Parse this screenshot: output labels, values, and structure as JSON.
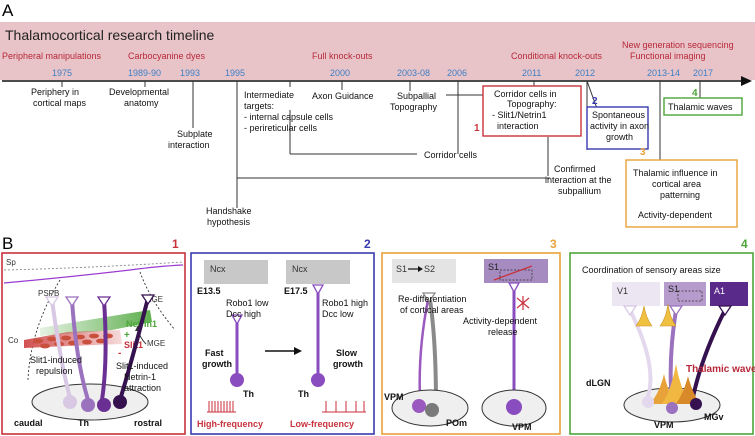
{
  "panel_a": {
    "letter": "A",
    "title": "Thalamocortical research timeline",
    "eras": [
      {
        "label": "Peripheral manipulations"
      },
      {
        "label": "Carbocyanine dyes"
      },
      {
        "label": "Full knock-outs"
      },
      {
        "label": "Conditional knock-outs"
      },
      {
        "label": "New generation sequencing"
      },
      {
        "label": "Functional imaging"
      }
    ],
    "years": [
      "1975",
      "1989-90",
      "1993",
      "1995",
      "2000",
      "2003-08",
      "2006",
      "2011",
      "2012",
      "2013-14",
      "2017"
    ],
    "events": {
      "periphery": [
        "Periphery in",
        "cortical maps"
      ],
      "developmental": [
        "Developmental",
        "anatomy"
      ],
      "subplate": [
        "Subplate",
        "interaction"
      ],
      "handshake": [
        "Handshake",
        "hypothesis"
      ],
      "intermediate": [
        "Intermediate",
        "targets:",
        "- internal capsule cells",
        "- perireticular cells"
      ],
      "axon_guidance": "Axon Guidance",
      "subpallial": [
        "Subpallial",
        "Topography"
      ],
      "corridor_cells": "Corridor cells",
      "corridor_topo": [
        "Corridor cells in",
        "Topography:",
        "- Slit1/Netrin1",
        "interaction"
      ],
      "confirmed": [
        "Confirmed",
        "interaction at the",
        "subpallium"
      ],
      "spontaneous": [
        "Spontaneous",
        "activity in axon",
        "growth"
      ],
      "thalamic_influence": [
        "Thalamic influence in",
        "cortical area",
        "patterning"
      ],
      "activity_dependent": "Activity-dependent",
      "thalamic_waves": "Thalamic waves"
    },
    "box_numbers": [
      "1",
      "2",
      "3",
      "4"
    ]
  },
  "panel_b": {
    "letter": "B",
    "p1": {
      "number": "1",
      "sp": "Sp",
      "pspb": "PSPB",
      "lge": "LGE",
      "co": "Co",
      "mge": "MGE",
      "netrin": "Netrin1",
      "slit": "Slit1",
      "plus": "+",
      "minus": "-",
      "repulsion": [
        "Slit1-induced",
        "repulsion"
      ],
      "attraction": [
        "Slit1-induced",
        "Netrin-1",
        "attraction"
      ],
      "caudal": "caudal",
      "th": "Th",
      "rostral": "rostral"
    },
    "p2": {
      "number": "2",
      "ncx": "Ncx",
      "e135": "E13.5",
      "e175": "E17.5",
      "left_markers": [
        "Robo1 low",
        "Dcc high"
      ],
      "right_markers": [
        "Robo1 high",
        "Dcc low"
      ],
      "fast": [
        "Fast",
        "growth"
      ],
      "slow": [
        "Slow",
        "growth"
      ],
      "th": "Th",
      "high_freq": "High-frequency",
      "low_freq": "Low-frequency"
    },
    "p3": {
      "number": "3",
      "s1s2_a": "S1",
      "s1s2_b": "S2",
      "s1": "S1",
      "rediff": [
        "Re-differentiation",
        "of cortical areas"
      ],
      "release": [
        "Activity-dependent",
        "release"
      ],
      "vpm": "VPM",
      "pom": "POm"
    },
    "p4": {
      "number": "4",
      "coordination": "Coordination of sensory areas size",
      "v1": "V1",
      "s1": "S1",
      "a1": "A1",
      "dlgn": "dLGN",
      "waves": "Thalamic waves",
      "vpm": "VPM",
      "mgv": "MGv"
    }
  },
  "colors": {
    "band": "#e8c4c8",
    "era_text": "#b8283a",
    "year_text": "#3d7fc6",
    "red": "#c8323c",
    "blue": "#3a3ab0",
    "orange": "#e8a23a",
    "green": "#4ca63a",
    "purple": "#6a2f92"
  }
}
